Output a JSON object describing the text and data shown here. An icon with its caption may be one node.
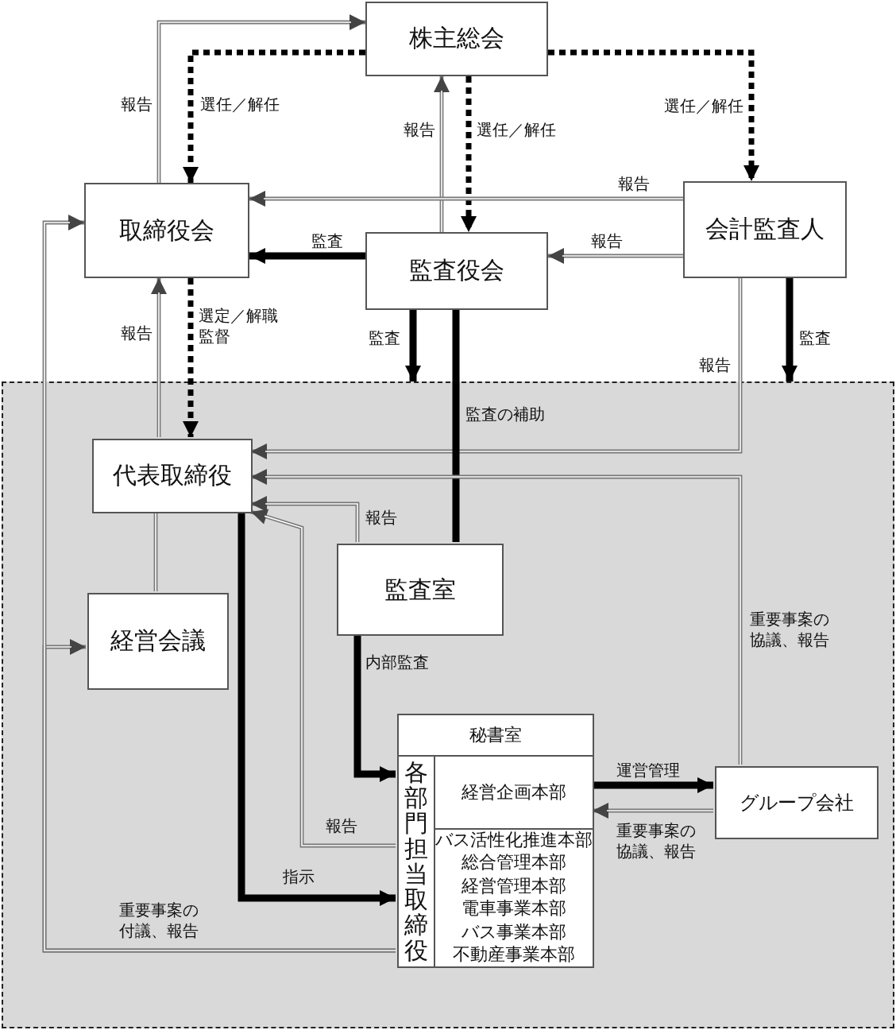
{
  "diagram": {
    "nodes": [
      {
        "text": [
          "株主総会"
        ]
      },
      {
        "text": [
          "取締役会"
        ]
      },
      {
        "text": [
          "会計監査人"
        ]
      },
      {
        "text": [
          "監査役会"
        ]
      },
      {
        "text": [],
        "shape": "box"
      },
      {
        "text": [
          "代表取締役"
        ],
        "in": 4
      },
      {
        "text": [
          "経営会議"
        ],
        "in": 4
      },
      {
        "text": [
          "監査室"
        ],
        "in": 4
      },
      {
        "text": [
          "秘書室"
        ],
        "in": 4
      },
      {
        "text": [
          "各部門担当取締役"
        ],
        "in": 4
      },
      {
        "text": [
          "経営企画本部"
        ],
        "in": 4
      },
      {
        "text": [
          "バス活性化推進本部",
          "総合管理本部",
          "経営管理本部",
          "電車事業本部",
          "バス事業本部",
          "不動産事業本部"
        ],
        "in": 4
      },
      {
        "text": [
          "グループ会社"
        ],
        "in": 4
      }
    ],
    "edges": [
      {
        "from": 1,
        "to": 0,
        "arrow": "to",
        "label": "報告"
      },
      {
        "from": 0,
        "to": 1,
        "arrow": "to",
        "label": "選任／解任",
        "style": "dashed",
        "color": "#000000"
      },
      {
        "from": 3,
        "to": 0,
        "arrow": "to",
        "label": "報告"
      },
      {
        "from": 0,
        "to": 3,
        "arrow": "to",
        "label": "選任／解任",
        "style": "dashed",
        "color": "#000000"
      },
      {
        "from": 0,
        "to": 2,
        "arrow": "to",
        "label": "選任／解任",
        "style": "dashed",
        "color": "#000000"
      },
      {
        "from": 2,
        "to": 1,
        "arrow": "to",
        "label": "報告"
      },
      {
        "from": 3,
        "to": 1,
        "arrow": "to",
        "label": "監査",
        "style": "thick",
        "color": "#000000"
      },
      {
        "from": 2,
        "to": 3,
        "arrow": "to",
        "label": "報告"
      },
      {
        "from": 3,
        "to": 4,
        "arrow": "to",
        "label": "監査",
        "style": "thick",
        "color": "#000000"
      },
      {
        "from": 2,
        "to": 4,
        "arrow": "to",
        "label": "監査",
        "style": "thick",
        "color": "#000000"
      },
      {
        "from": 2,
        "to": 5,
        "arrow": "to",
        "label": "報告"
      },
      {
        "from": 3,
        "to": 7,
        "arrow": "none",
        "label": "監査の補助",
        "style": "thick",
        "color": "#000000"
      },
      {
        "from": 12,
        "to": 5,
        "arrow": "to",
        "label": "重要事案の協議、報告"
      },
      {
        "from": 7,
        "to": 5,
        "arrow": "to",
        "label": "報告"
      },
      {
        "from": 5,
        "to": 1,
        "arrow": "to",
        "label": "報告"
      },
      {
        "from": 1,
        "to": 5,
        "arrow": "to",
        "label": "選定／解職監督",
        "style": "dashed",
        "color": "#000000"
      },
      {
        "from": 6,
        "to": 5,
        "arrow": "none"
      },
      {
        "from": 9,
        "to": 1,
        "arrow": "to",
        "label": "重要事案の付議、報告"
      },
      {
        "from": 9,
        "to": 6,
        "arrow": "to"
      },
      {
        "from": 5,
        "to": 9,
        "arrow": "to",
        "label": "指示",
        "style": "thick",
        "color": "#000000"
      },
      {
        "from": 9,
        "to": 5,
        "arrow": "to",
        "label": "報告"
      },
      {
        "from": 7,
        "to": 9,
        "arrow": "to",
        "label": "内部監査",
        "style": "thick",
        "color": "#000000"
      },
      {
        "from": 10,
        "to": 12,
        "arrow": "to",
        "label": "運営管理",
        "style": "thick",
        "color": "#000000"
      },
      {
        "from": 12,
        "to": 10,
        "arrow": "to",
        "label": "重要事案の協議、報告"
      }
    ]
  }
}
